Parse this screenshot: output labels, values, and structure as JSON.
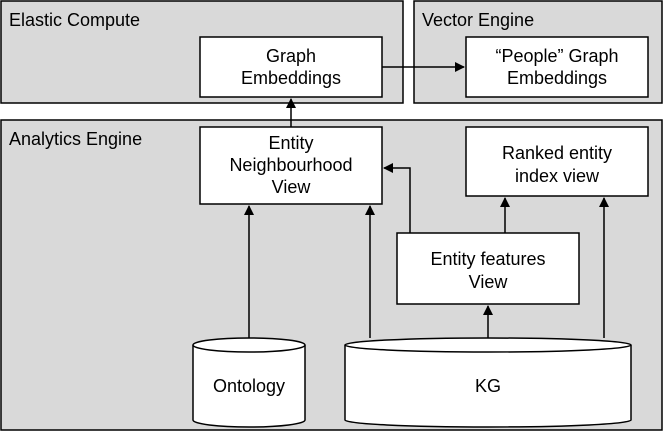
{
  "colors": {
    "container_fill": "#d9d9d9",
    "box_fill": "#ffffff",
    "stroke": "#000000"
  },
  "containers": {
    "elastic_compute": "Elastic Compute",
    "vector_engine": "Vector Engine",
    "analytics_engine": "Analytics Engine"
  },
  "nodes": {
    "graph_embeddings": [
      "Graph",
      "Embeddings"
    ],
    "people_graph_embeddings": [
      "“People” Graph",
      "Embeddings"
    ],
    "entity_neighbourhood_view": [
      "Entity",
      "Neighbourhood",
      "View"
    ],
    "ranked_entity_index_view": [
      "Ranked entity",
      "index view"
    ],
    "entity_features_view": [
      "Entity features",
      "View"
    ],
    "ontology": "Ontology",
    "kg": "KG"
  }
}
